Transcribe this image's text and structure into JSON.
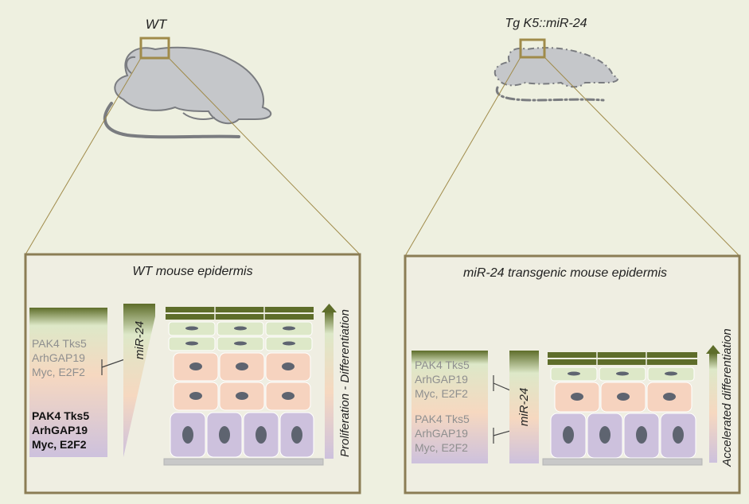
{
  "figure": {
    "left": {
      "mouse_label": "WT",
      "panel_title": "WT mouse epidermis",
      "mirna_label": "miR-24",
      "axis_label": "Proliferation - Differentiation",
      "genes_top": [
        "PAK4 Tks5",
        "ArhGAP19",
        "Myc, E2F2"
      ],
      "genes_bottom": [
        "PAK4 Tks5",
        "ArhGAP19",
        "Myc, E2F2"
      ]
    },
    "right": {
      "mouse_label": "Tg K5::miR-24",
      "panel_title": "miR-24 transgenic mouse epidermis",
      "mirna_label": "miR-24",
      "axis_label": "Accelerated differentiation",
      "genes_top": [
        "PAK4 Tks5",
        "ArhGAP19",
        "Myc, E2F2"
      ],
      "genes_bottom": [
        "PAK4 Tks5",
        "ArhGAP19",
        "Myc, E2F2"
      ]
    }
  },
  "colors": {
    "background": "#eef0e0",
    "panel_border": "#8b7d55",
    "panel_fill": "#efeee2",
    "stratum_corneum": "#5e6d2a",
    "granular": "#dde8c8",
    "spinous": "#f6d3bf",
    "basal": "#cdc1dd",
    "nucleus": "#5e6470",
    "mouse_fill": "#c5c7ca",
    "mouse_outline": "#7a7c80",
    "zoom_box": "#a08b4a"
  }
}
